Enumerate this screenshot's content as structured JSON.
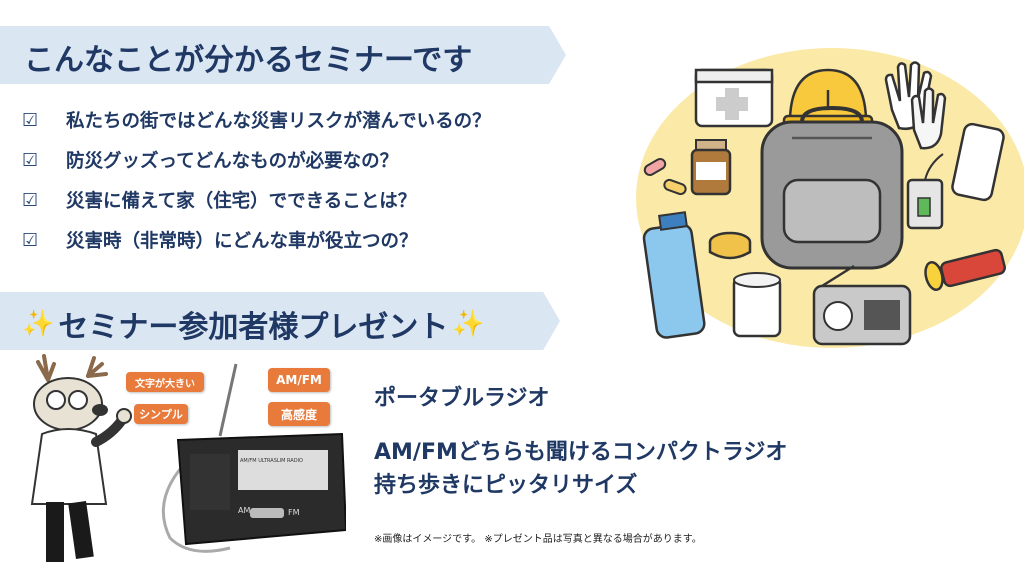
{
  "section1": {
    "title": "こんなことが分かるセミナーです",
    "checkbox_glyph": "☑",
    "items": [
      "私たちの街ではどんな災害リスクが潜んでいるの？",
      "防災グッズってどんなものが必要なの？",
      "災害に備えて家（住宅）でできることは？",
      "災害時（非常時）にどんな車が役立つの？"
    ]
  },
  "section2": {
    "title": "セミナー参加者様プレゼント",
    "sparkle": "✨"
  },
  "tags": {
    "big_text": "文字が大きい",
    "simple": "シンプル",
    "amfm": "AM/FM",
    "sensitivity": "高感度"
  },
  "radio_face": {
    "brand": "AM/FM ULTRASLIM RADIO",
    "am": "AM",
    "fm": "FM"
  },
  "product": {
    "name": "ポータブルラジオ",
    "line1": "AM/FMどちらも聞けるコンパクトラジオ",
    "line2": "持ち歩きにピッタリサイズ",
    "note": "※画像はイメージです。 ※プレゼント品は写真と異なる場合があります。"
  },
  "colors": {
    "banner": "#dbe6f3",
    "title_text": "#1f3864",
    "tag_orange": "#e87b3c",
    "illustration_bg": "#fbe9a8"
  },
  "icons": [
    "checkbox-icon",
    "sparkle-icon",
    "first-aid-kit-icon",
    "helmet-icon",
    "gloves-icon",
    "smartphone-icon",
    "backpack-icon",
    "medicine-bottle-icon",
    "pills-icon",
    "power-bank-icon",
    "water-bottle-icon",
    "canned-food-icon",
    "toilet-paper-icon",
    "radio-icon",
    "flashlight-icon"
  ]
}
